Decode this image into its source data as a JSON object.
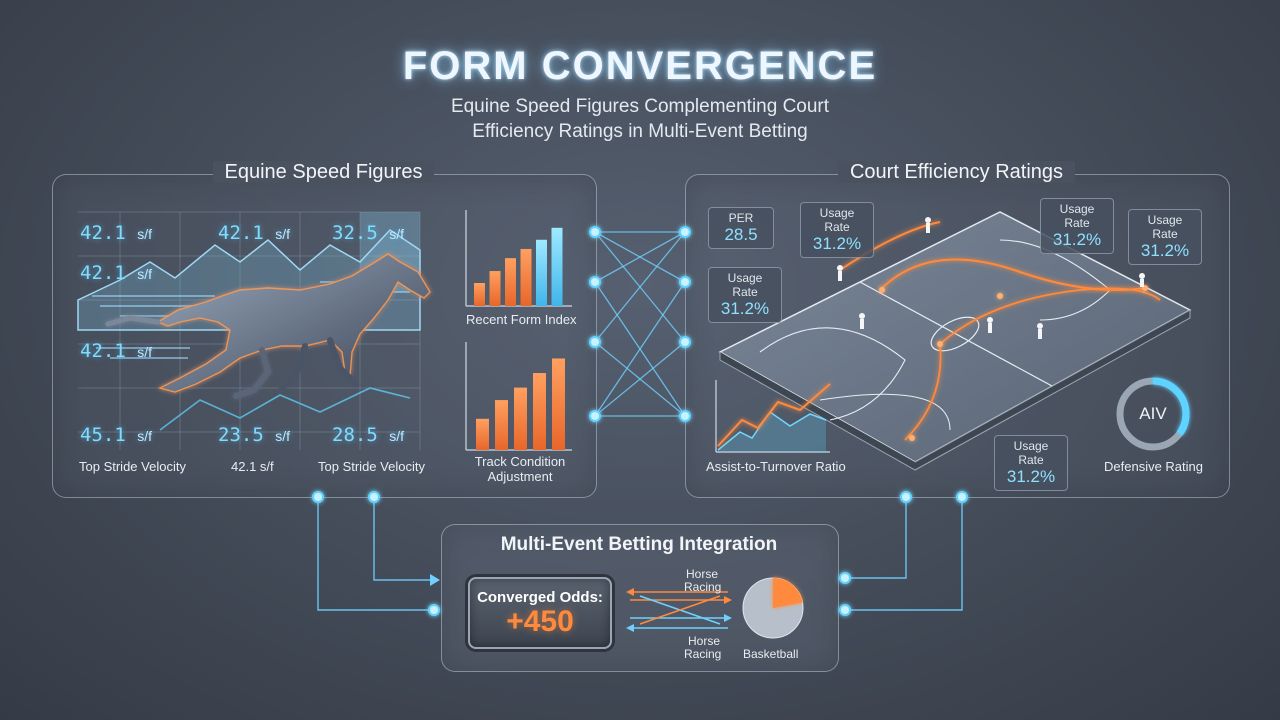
{
  "title": "FORM CONVERGENCE",
  "subtitle_line1": "Equine Speed Figures Complementing Court",
  "subtitle_line2": "Efficiency Ratings in Multi-Event Betting",
  "left_panel": {
    "title": "Equine Speed Figures",
    "unit": "s/f",
    "readouts": [
      "42.1",
      "42.1",
      "32.5",
      "42.1",
      "42.1",
      "45.1",
      "23.5",
      "28.5"
    ],
    "bottom_labels": [
      "Top Stride Velocity",
      "42.1 s/f",
      "Top Stride Velocity"
    ],
    "chart_recent": {
      "label": "Recent Form Index",
      "values": [
        0.25,
        0.38,
        0.52,
        0.62,
        0.72,
        0.85
      ]
    },
    "chart_track": {
      "label_line1": "Track Condition",
      "label_line2": "Adjustment",
      "values": [
        0.3,
        0.48,
        0.6,
        0.74,
        0.88
      ]
    }
  },
  "right_panel": {
    "title": "Court Efficiency Ratings",
    "tags": [
      {
        "label": "PER",
        "value": "28.5"
      },
      {
        "label": "Usage Rate",
        "value": "31.2%"
      },
      {
        "label": "Usage Rate",
        "value": "31.2%"
      },
      {
        "label": "Usage Rate",
        "value": "31.2%"
      },
      {
        "label": "Usage Rate",
        "value": "31.2%"
      },
      {
        "label": "Usage Rate",
        "value": "31.2%"
      }
    ],
    "trend_label": "Assist-to-Turnover Ratio",
    "gauge_text": "AIV",
    "gauge_label": "Defensive Rating",
    "gauge_level": 0.35
  },
  "bottom_panel": {
    "title": "Multi-Event Betting Integration",
    "odds_label": "Converged Odds:",
    "odds_value": "+450",
    "flow_top_label_line1": "Horse",
    "flow_top_label_line2": "Racing",
    "flow_bottom_label_line1": "Horse",
    "flow_bottom_label_line2": "Racing",
    "pie_label": "Basketball",
    "pie_highlight_fraction": 0.22
  },
  "colors": {
    "accent_orange": "#ff8a3d",
    "accent_cyan": "#5fd3ff",
    "background": "#434b58"
  }
}
